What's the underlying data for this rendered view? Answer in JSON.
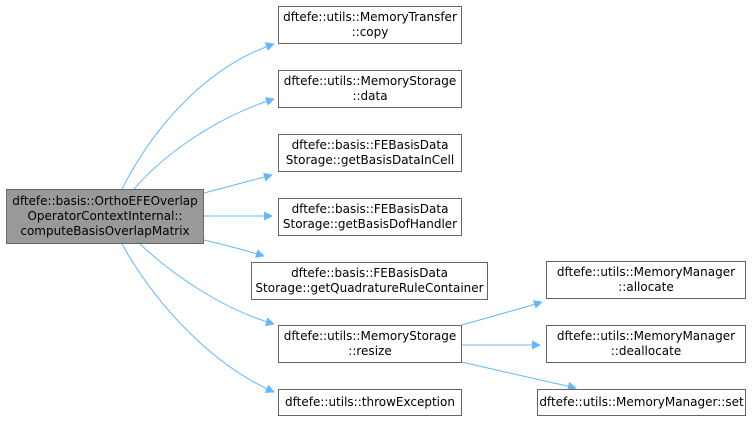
{
  "colors": {
    "edge": "#63b8ff",
    "root_fill": "#999999",
    "node_border": "#666666"
  },
  "root": {
    "lines": [
      "dftefe::basis::OrthoEFEOverlap",
      "OperatorContextInternal::",
      "computeBasisOverlapMatrix"
    ]
  },
  "callees": [
    {
      "lines": [
        "dftefe::utils::MemoryTransfer",
        "::copy"
      ]
    },
    {
      "lines": [
        "dftefe::utils::MemoryStorage",
        "::data"
      ]
    },
    {
      "lines": [
        "dftefe::basis::FEBasisData",
        "Storage::getBasisDataInCell"
      ]
    },
    {
      "lines": [
        "dftefe::basis::FEBasisData",
        "Storage::getBasisDofHandler"
      ]
    },
    {
      "lines": [
        "dftefe::basis::FEBasisData",
        "Storage::getQuadratureRuleContainer"
      ]
    },
    {
      "lines": [
        "dftefe::utils::MemoryStorage",
        "::resize"
      ]
    },
    {
      "lines": [
        "dftefe::utils::throwException"
      ]
    }
  ],
  "sub_callees": [
    {
      "lines": [
        "dftefe::utils::MemoryManager",
        "::allocate"
      ]
    },
    {
      "lines": [
        "dftefe::utils::MemoryManager",
        "::deallocate"
      ]
    },
    {
      "lines": [
        "dftefe::utils::MemoryManager::set"
      ]
    }
  ]
}
